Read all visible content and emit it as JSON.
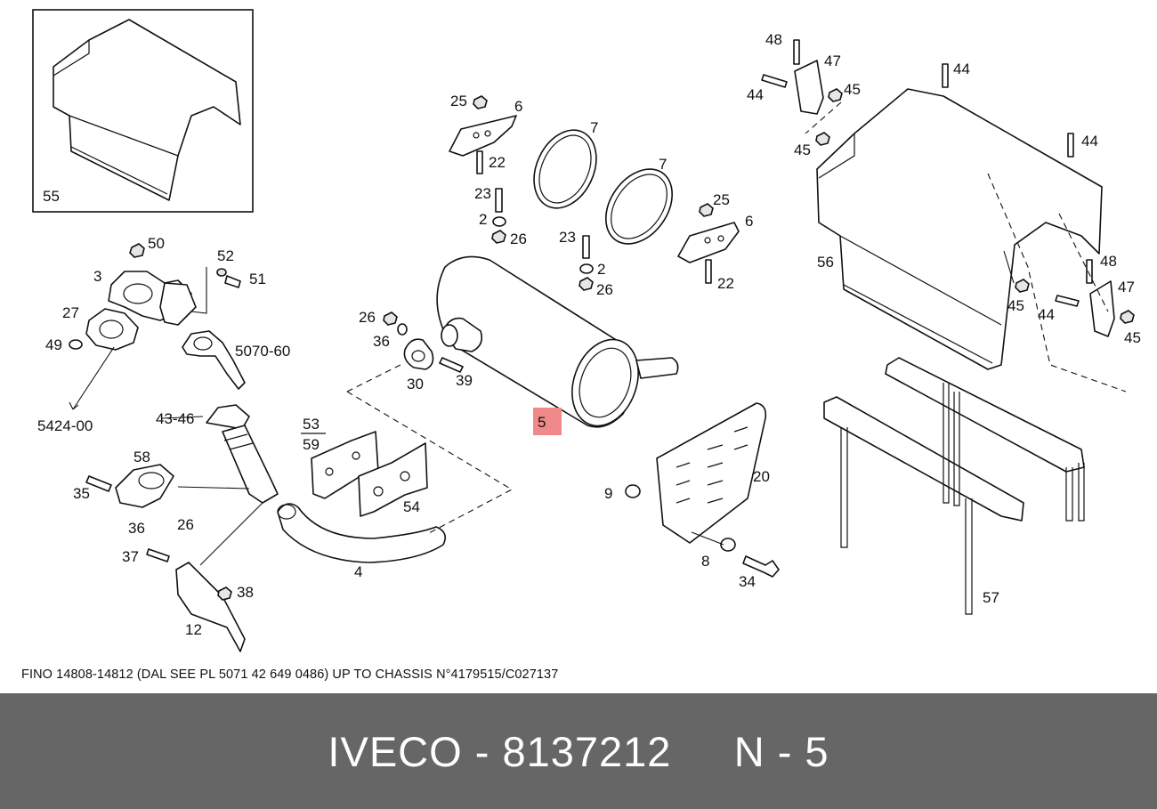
{
  "caption": "FINO 14808-14812 (DAL SEE PL 5071 42 649 0486) UP TO CHASSIS N°4179515/C027137",
  "footer": {
    "brand": "IVECO",
    "part_number": "8137212",
    "position": "N - 5",
    "text": "IVECO - 8137212     N - 5"
  },
  "highlight": {
    "label": "5",
    "color": "#f08a8a"
  },
  "callouts": {
    "c55": "55",
    "c50": "50",
    "c52": "52",
    "c51": "51",
    "c3": "3",
    "c27": "27",
    "c49": "49",
    "c5070": "5070-60",
    "c5424": "5424-00",
    "c4346": "43-46",
    "c58": "58",
    "c35": "35",
    "c36b": "36",
    "c26c": "26",
    "c37": "37",
    "c38": "38",
    "c12": "12",
    "c53": "53",
    "c59": "59",
    "c54": "54",
    "c4": "4",
    "c26a": "26",
    "c36a": "36",
    "c30": "30",
    "c39": "39",
    "c25a": "25",
    "c6a": "6",
    "c22a": "22",
    "c23a": "23",
    "c2a": "2",
    "c26b": "26",
    "c7a": "7",
    "c7b": "7",
    "c25b": "25",
    "c6b": "6",
    "c23b": "23",
    "c2b": "2",
    "c26d": "26",
    "c22b": "22",
    "c9": "9",
    "c20": "20",
    "c8": "8",
    "c34": "34",
    "c48a": "48",
    "c47a": "47",
    "c44a": "44",
    "c44b": "44",
    "c45a": "45",
    "c45b": "45",
    "c44c": "44",
    "c56": "56",
    "c48b": "48",
    "c47b": "47",
    "c45c": "45",
    "c44d": "44",
    "c45d": "45",
    "c57": "57"
  }
}
